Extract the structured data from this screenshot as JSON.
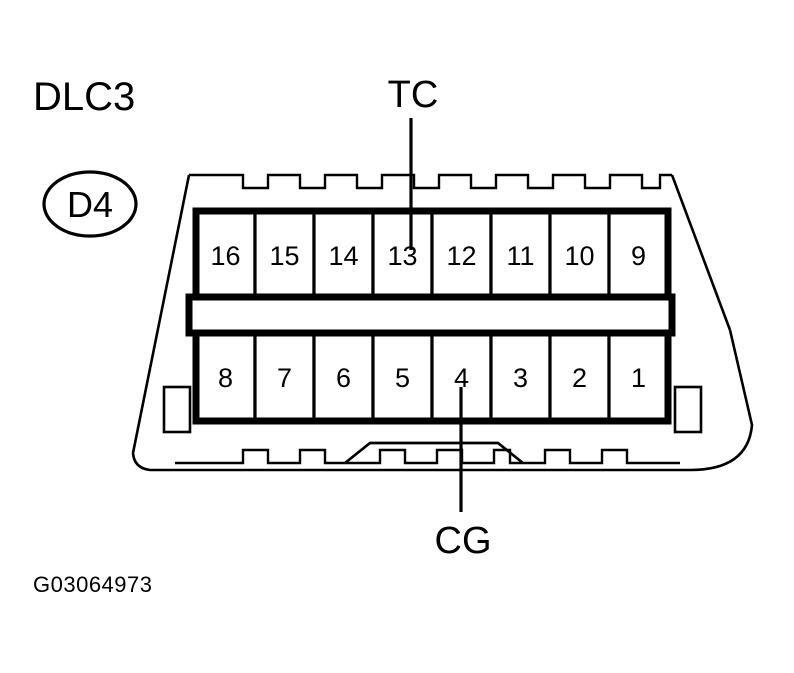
{
  "figure": {
    "title_label": "DLC3",
    "badge_label": "D4",
    "figure_id": "G03064973",
    "ink_color": "#000000",
    "background_color": "#ffffff"
  },
  "connector": {
    "name": "dlc3-connector",
    "description": "16-pin OBD-II DLC3 connector face view",
    "pin_count": 16,
    "rows": [
      {
        "row_name": "top-row",
        "pins": [
          {
            "number": "16"
          },
          {
            "number": "15"
          },
          {
            "number": "14"
          },
          {
            "number": "13"
          },
          {
            "number": "12"
          },
          {
            "number": "11"
          },
          {
            "number": "10"
          },
          {
            "number": "9"
          }
        ]
      },
      {
        "row_name": "bottom-row",
        "pins": [
          {
            "number": "8"
          },
          {
            "number": "7"
          },
          {
            "number": "6"
          },
          {
            "number": "5"
          },
          {
            "number": "4"
          },
          {
            "number": "3"
          },
          {
            "number": "2"
          },
          {
            "number": "1"
          }
        ]
      }
    ]
  },
  "callouts": [
    {
      "label": "TC",
      "name": "callout-tc",
      "target_pin": "13",
      "position": "top"
    },
    {
      "label": "CG",
      "name": "callout-cg",
      "target_pin": "4",
      "position": "bottom"
    }
  ],
  "annotations": {
    "tc_label": "TC",
    "cg_label": "CG"
  }
}
